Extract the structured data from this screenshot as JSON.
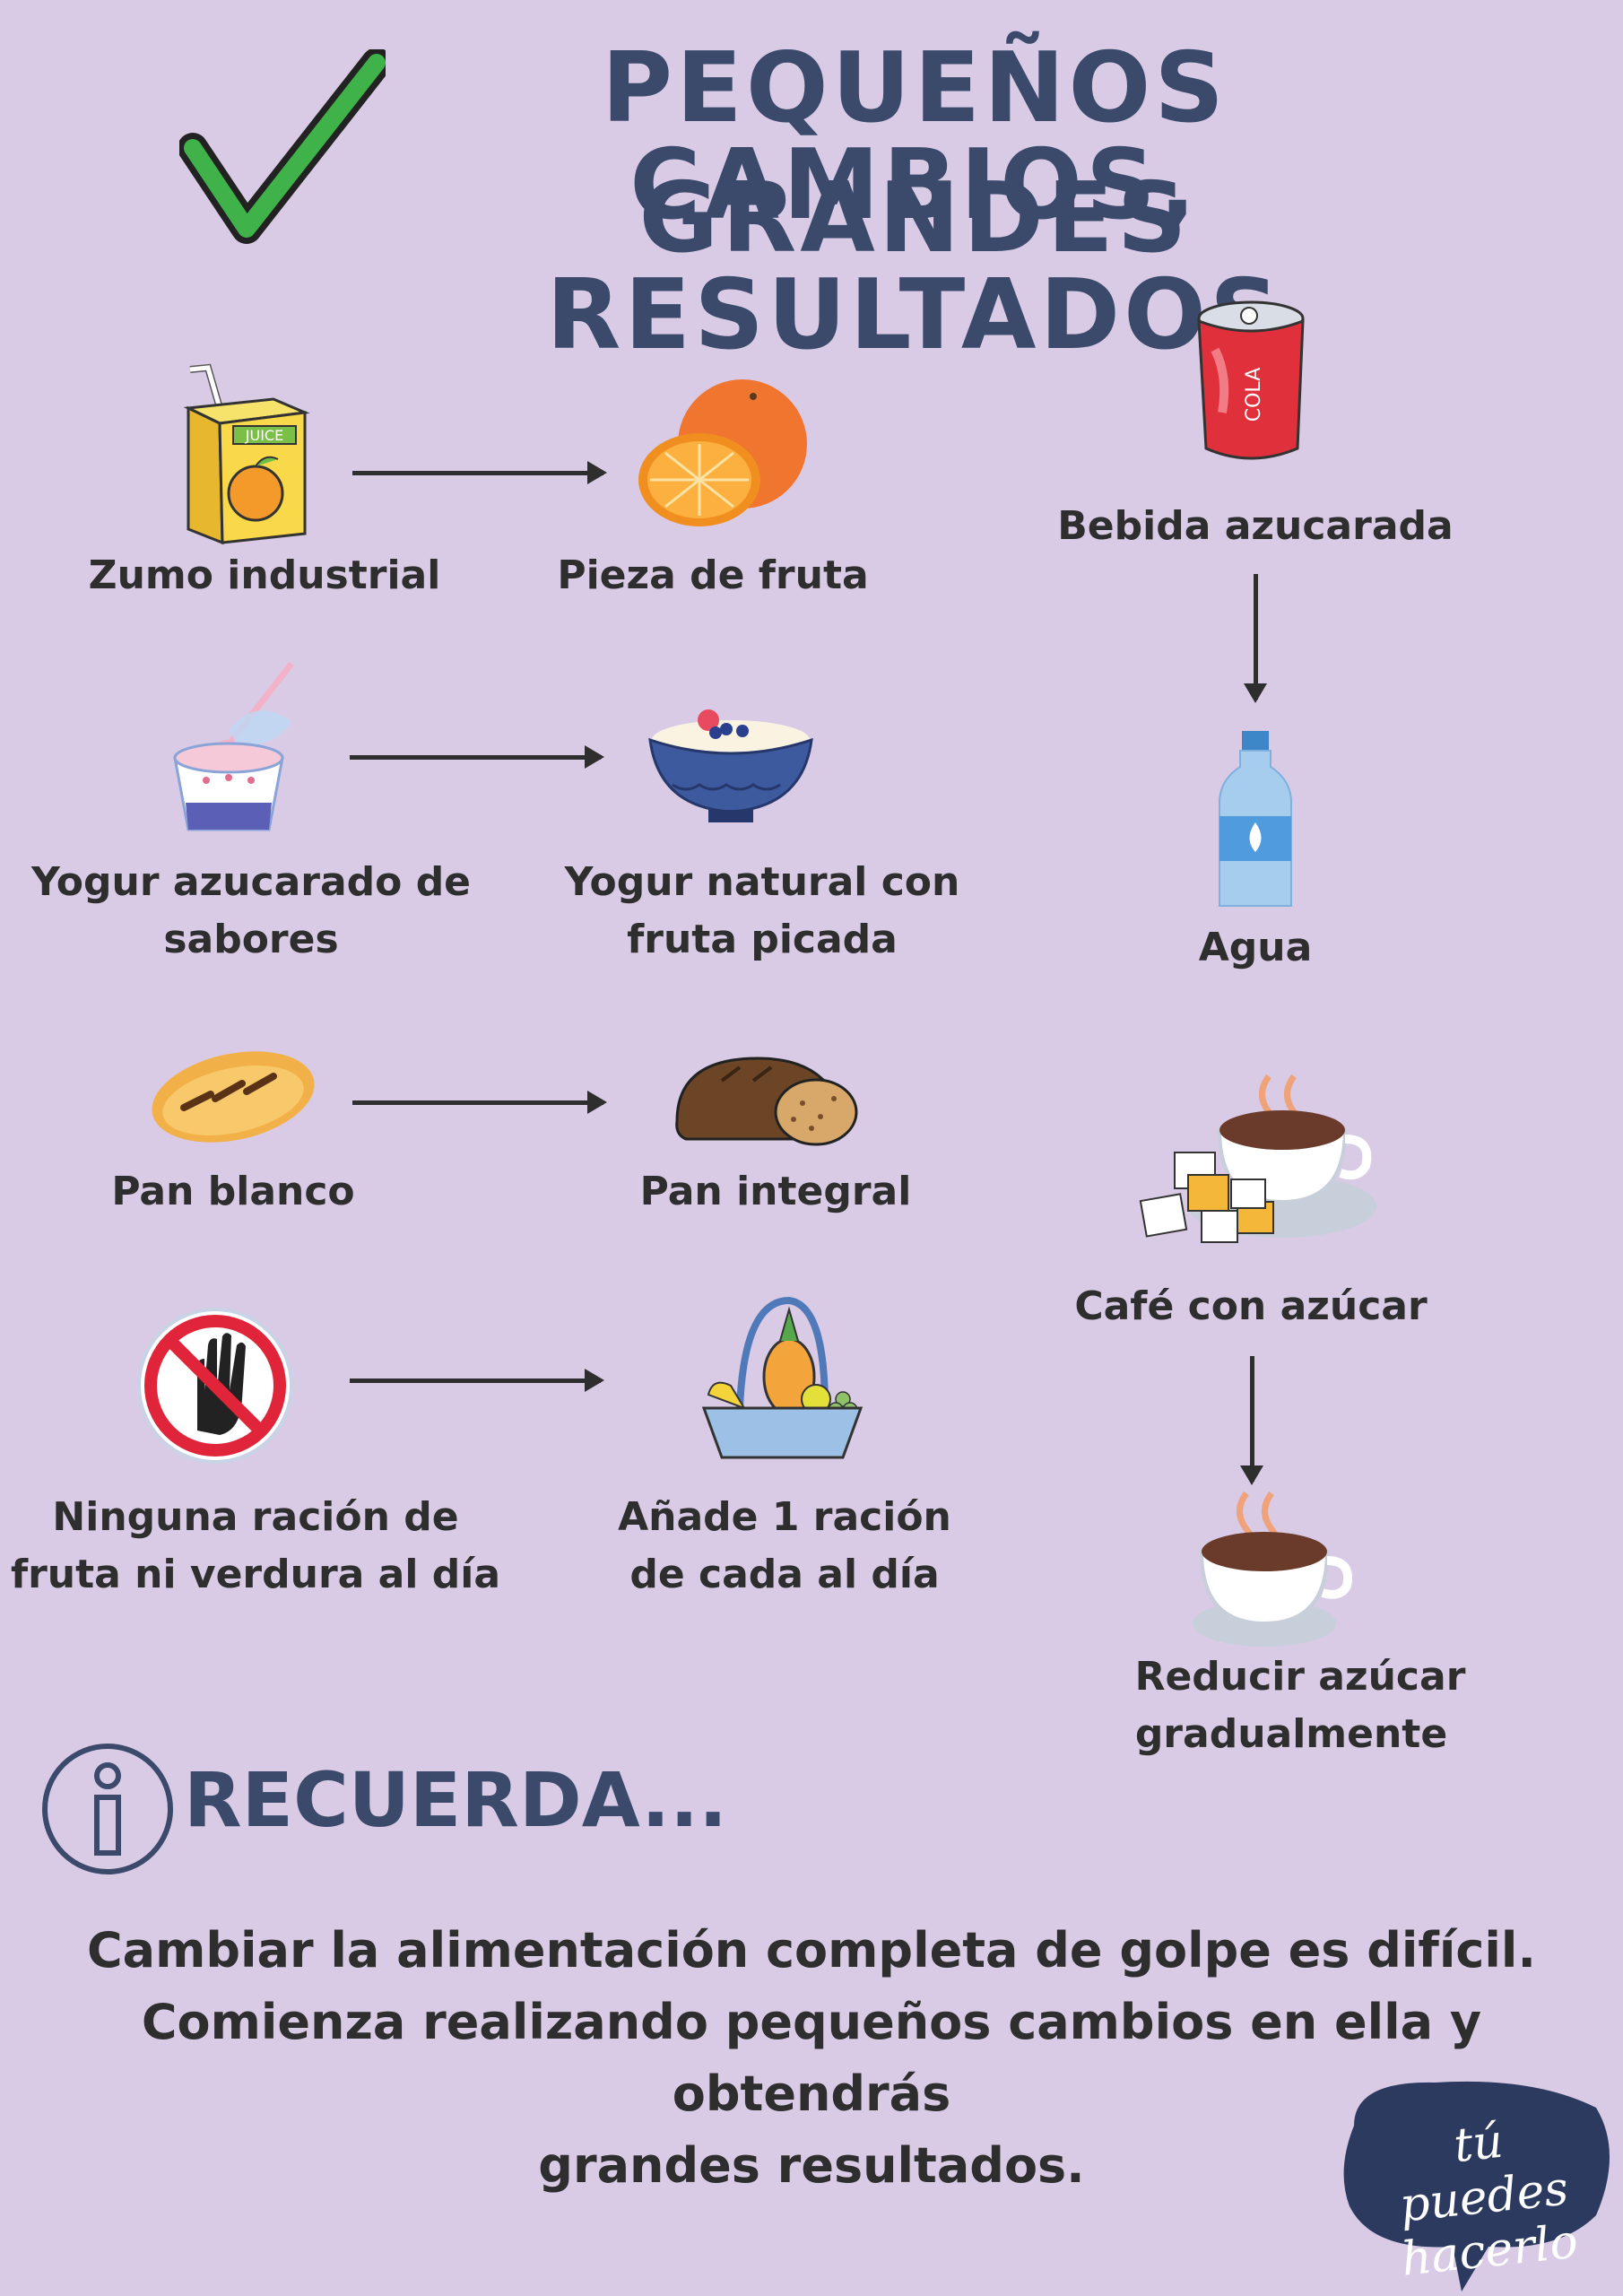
{
  "header": {
    "title_line1": "PEQUEÑOS CAMBIOS,",
    "title_line2": "GRANDES RESULTADOS"
  },
  "pairs": [
    {
      "from": "Zumo industrial",
      "to": "Pieza de fruta"
    },
    {
      "from_line1": "Yogur azucarado de",
      "from_line2": "sabores",
      "to_line1": "Yogur natural con",
      "to_line2": "fruta picada"
    },
    {
      "from": "Pan blanco",
      "to": "Pan integral"
    },
    {
      "from_line1": "Ninguna ración de",
      "from_line2": "fruta ni verdura al día",
      "to_line1": "Añade 1 ración",
      "to_line2": "de cada al día"
    }
  ],
  "right_column": {
    "drink_from": "Bebida azucarada",
    "drink_to": "Agua",
    "coffee_from": "Café con azúcar",
    "coffee_to_line1": "Reducir azúcar",
    "coffee_to_line2": "gradualmente"
  },
  "remember": {
    "heading": "RECUERDA...",
    "line1": "Cambiar la alimentación completa de golpe es difícil.",
    "line2": "Comienza realizando pequeños cambios en ella y obtendrás",
    "line3": "grandes resultados."
  },
  "brand": {
    "line1": "tú puedes",
    "line2": "hacerlo"
  },
  "colors": {
    "background": "#d9cbe5",
    "title": "#3b4a6b",
    "check": "#3fb24a"
  }
}
